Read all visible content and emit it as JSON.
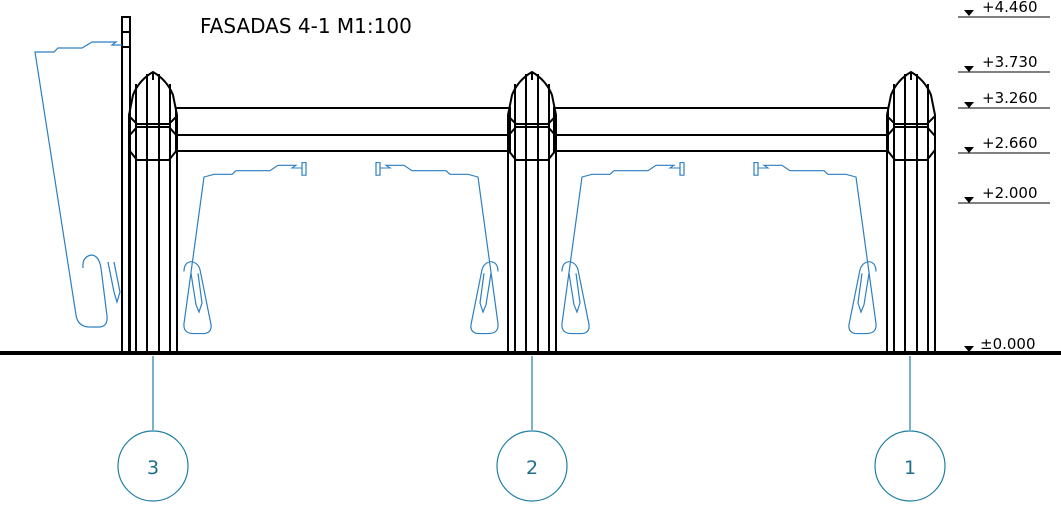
{
  "title": "FASADAS 4-1 M1:100",
  "levels": [
    "+4.460",
    "+3.730",
    "+3.260",
    "+2.660",
    "+2.000",
    "±0.000"
  ],
  "axes": [
    "3",
    "2",
    "1"
  ],
  "colors": {
    "line": "#000000",
    "detail": "#2d7fc1",
    "axis": "#1f7fa3"
  }
}
